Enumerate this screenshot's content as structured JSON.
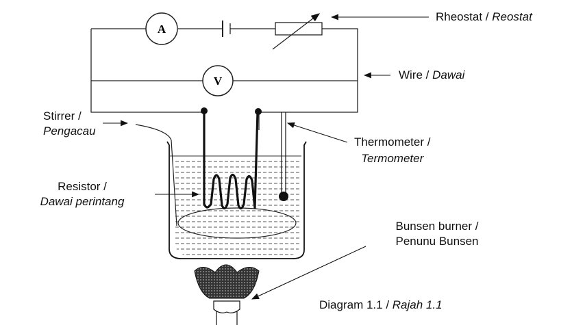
{
  "meters": {
    "ammeter": "A",
    "voltmeter": "V"
  },
  "labels": {
    "rheostat": {
      "en": "Rheostat / ",
      "ms": "Reostat"
    },
    "wire": {
      "en": "Wire / ",
      "ms": "Dawai"
    },
    "stirrer": {
      "en": "Stirrer /",
      "ms": "Pengacau"
    },
    "thermometer": {
      "en": "Thermometer /",
      "ms": "Termometer"
    },
    "resistor": {
      "en": "Resistor /",
      "ms": "Dawai perintang"
    },
    "bunsen": {
      "en": "Bunsen burner /",
      "ms": "Penunu Bunsen"
    }
  },
  "caption": {
    "en": "Diagram 1.1 / ",
    "ms": "Rajah 1.1"
  }
}
